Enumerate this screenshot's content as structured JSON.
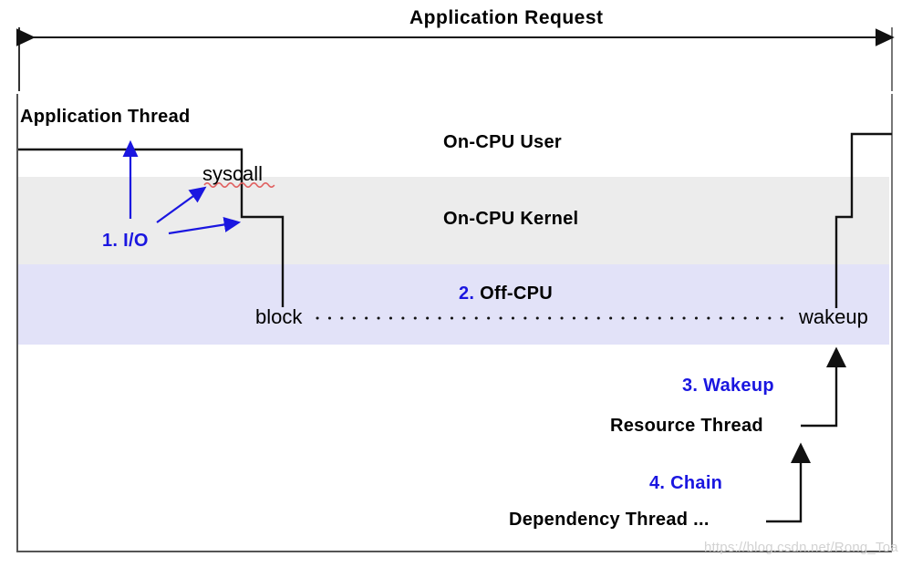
{
  "diagram": {
    "title": "Application  Request",
    "bands": [
      {
        "id": "on-cpu-user",
        "label": "On-CPU User",
        "color": "#ffffff"
      },
      {
        "id": "on-cpu-kernel",
        "label": "On-CPU Kernel",
        "color": "#ececec"
      },
      {
        "id": "off-cpu",
        "label_number": "2.",
        "label_text": " Off-CPU",
        "color": "#e2e2f8"
      }
    ],
    "threads": [
      {
        "id": "application-thread",
        "label": "Application  Thread"
      },
      {
        "id": "resource-thread",
        "label": "Resource  Thread"
      },
      {
        "id": "dependency-thread",
        "label": "Dependency  Thread ..."
      }
    ],
    "events": [
      {
        "id": "syscall",
        "label": "syscall",
        "misspelled": true
      },
      {
        "id": "block",
        "label": "block"
      },
      {
        "id": "wakeup",
        "label": "wakeup"
      }
    ],
    "steps": [
      {
        "id": "step-1",
        "label": "1. I/O"
      },
      {
        "id": "step-2",
        "label": "2. Off-CPU"
      },
      {
        "id": "step-3",
        "label": "3. Wakeup"
      },
      {
        "id": "step-4",
        "label": "4. Chain"
      }
    ],
    "colors": {
      "accent_blue": "#1a16e0",
      "kernel_band": "#ececec",
      "offcpu_band": "#e2e2f8",
      "line": "#1a1a1a",
      "frame": "#555555",
      "squiggle": "#e06060",
      "watermark": "#d2d2d2"
    },
    "watermark": "https://blog.csdn.net/Rong_Toa"
  }
}
